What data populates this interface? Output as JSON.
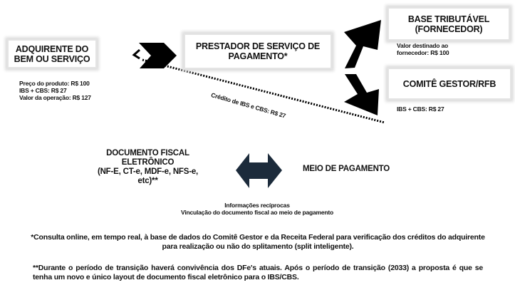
{
  "nodes": {
    "acquirer": "ADQUIRENTE DO BEM OU SERVIÇO",
    "psp": "PRESTADOR DE SERVIÇO DE PAGAMENTO*",
    "tax_base": "BASE TRIBUTÁVEL (FORNECEDOR)",
    "committee": "COMITÊ GESTOR/RFB",
    "fiscal_doc": [
      "DOCUMENTO FISCAL",
      "ELETRÔNICO",
      "(NF-E, CT-e, MDF-e, NFS-e,",
      "etc)**"
    ],
    "payment_method": "MEIO DE PAGAMENTO"
  },
  "labels": {
    "acquirer_values": [
      "Preço do produto: R$ 100",
      "IBS + CBS: R$ 27",
      "Valor da operação: R$ 127"
    ],
    "supplier_value": [
      "Valor destinado ao",
      "fornecedor: R$ 100"
    ],
    "committee_value": "IBS + CBS: R$ 27",
    "credit": "Crédito de IBS e CBS: R$ 27",
    "reciprocal": [
      "Informações recíprocas",
      "Vinculação do documento fiscal ao meio de pagamento"
    ]
  },
  "footnotes": {
    "note1": "*Consulta online, em tempo real, à base de dados do Comitê Gestor e da Receita Federal para verificação dos créditos do adquirente para realização ou não do splitamento (split inteligente).",
    "note2": "**Durante o período de transição haverá convivência dos DFe's atuais. Após o período de transição (2033) a proposta é que se tenha um novo e único layout de documento fiscal eletrônico para o IBS/CBS."
  },
  "colors": {
    "double_arrow": "#1c2b3b",
    "arrows": "#000000"
  }
}
